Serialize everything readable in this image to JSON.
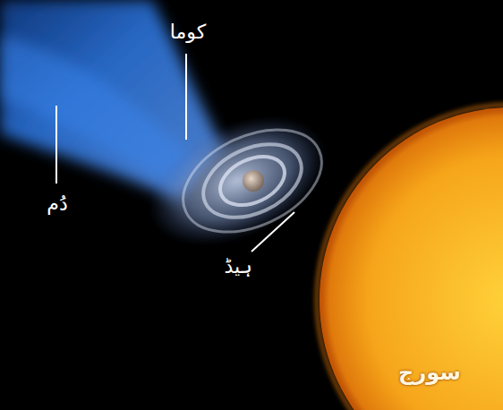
{
  "diagram": {
    "labels": [
      "کوما",
      "دُم",
      "ہیڈ",
      "سورج"
    ]
  }
}
